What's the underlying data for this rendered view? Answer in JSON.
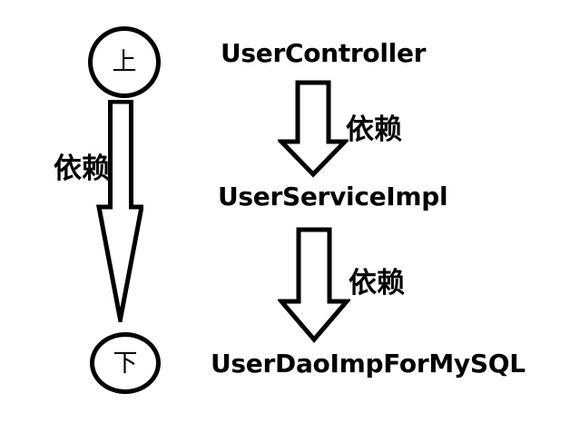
{
  "diagram": {
    "title": "dependency-layers-diagram",
    "background_color": "#ffffff",
    "stroke_color": "#000000",
    "text_color": "#000000"
  },
  "legend": {
    "upper_node": {
      "glyph": "上",
      "meaning": "upper"
    },
    "lower_node": {
      "glyph": "下",
      "meaning": "lower"
    },
    "relation_label": "依赖"
  },
  "chain": {
    "nodes": [
      {
        "label": "UserController"
      },
      {
        "label": "UserServiceImpl"
      },
      {
        "label": "UserDaoImpForMySQL"
      }
    ],
    "edges": [
      {
        "label": "依赖",
        "from": "UserController",
        "to": "UserServiceImpl"
      },
      {
        "label": "依赖",
        "from": "UserServiceImpl",
        "to": "UserDaoImpForMySQL"
      }
    ]
  }
}
